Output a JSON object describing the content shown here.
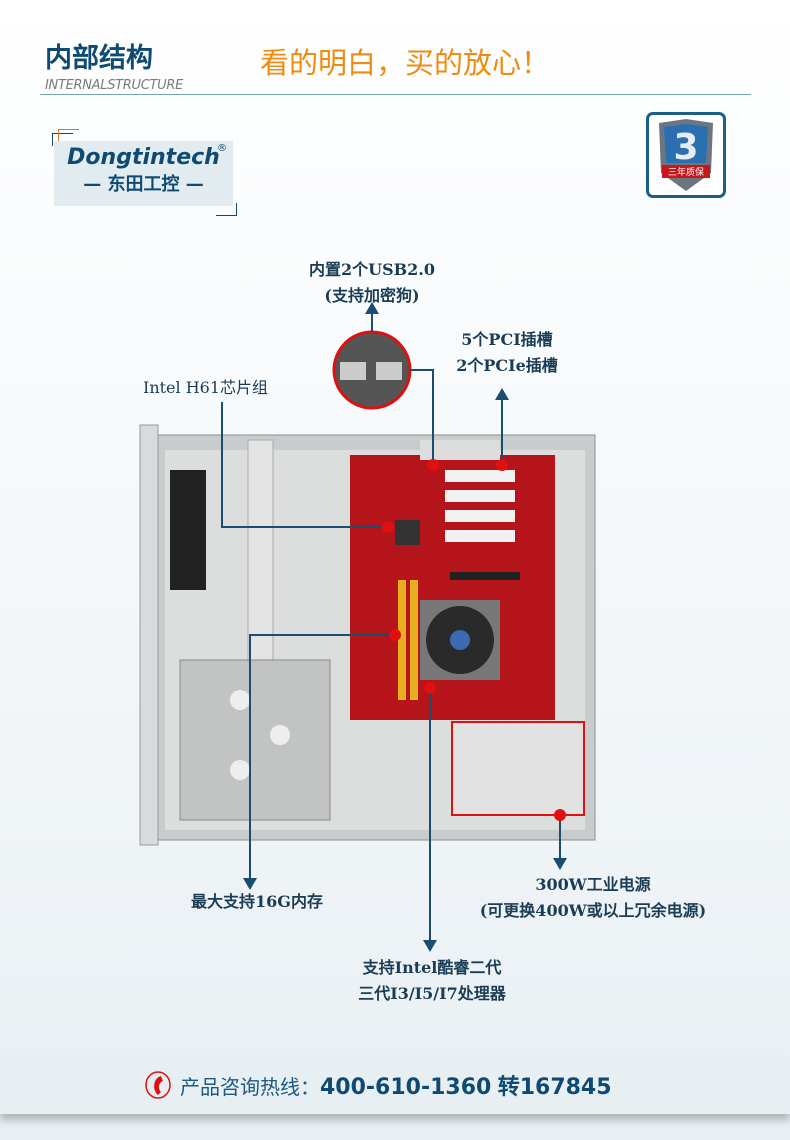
{
  "header": {
    "title": "内部结构",
    "subtitle": "INTERNALSTRUCTURE",
    "slogan": "看的明白，买的放心！"
  },
  "logo": {
    "brand_en": "Dongtintech",
    "brand_cn": "— 东田工控 —",
    "registered": "®"
  },
  "warranty_badge": {
    "digit": "3",
    "text": "三年质保"
  },
  "callouts": {
    "usb": [
      "内置2个USB2.0",
      "(支持加密狗)"
    ],
    "pci": [
      "5个PCI插槽",
      "2个PCIe插槽"
    ],
    "chipset": "Intel H61芯片组",
    "memory": "最大支持16G内存",
    "cpu": [
      "支持Intel酷睿二代",
      "三代I3/I5/I7处理器"
    ],
    "psu": [
      "300W工业电源",
      "(可更换400W或以上冗余电源)"
    ]
  },
  "contact": {
    "label": "产品咨询热线：",
    "phone": "400-610-1360",
    "ext": "转167845",
    "icon": "phone-icon"
  },
  "colors": {
    "brand_blue": "#0e4a72",
    "accent_orange": "#f08a10",
    "marker_red": "#e01010"
  }
}
